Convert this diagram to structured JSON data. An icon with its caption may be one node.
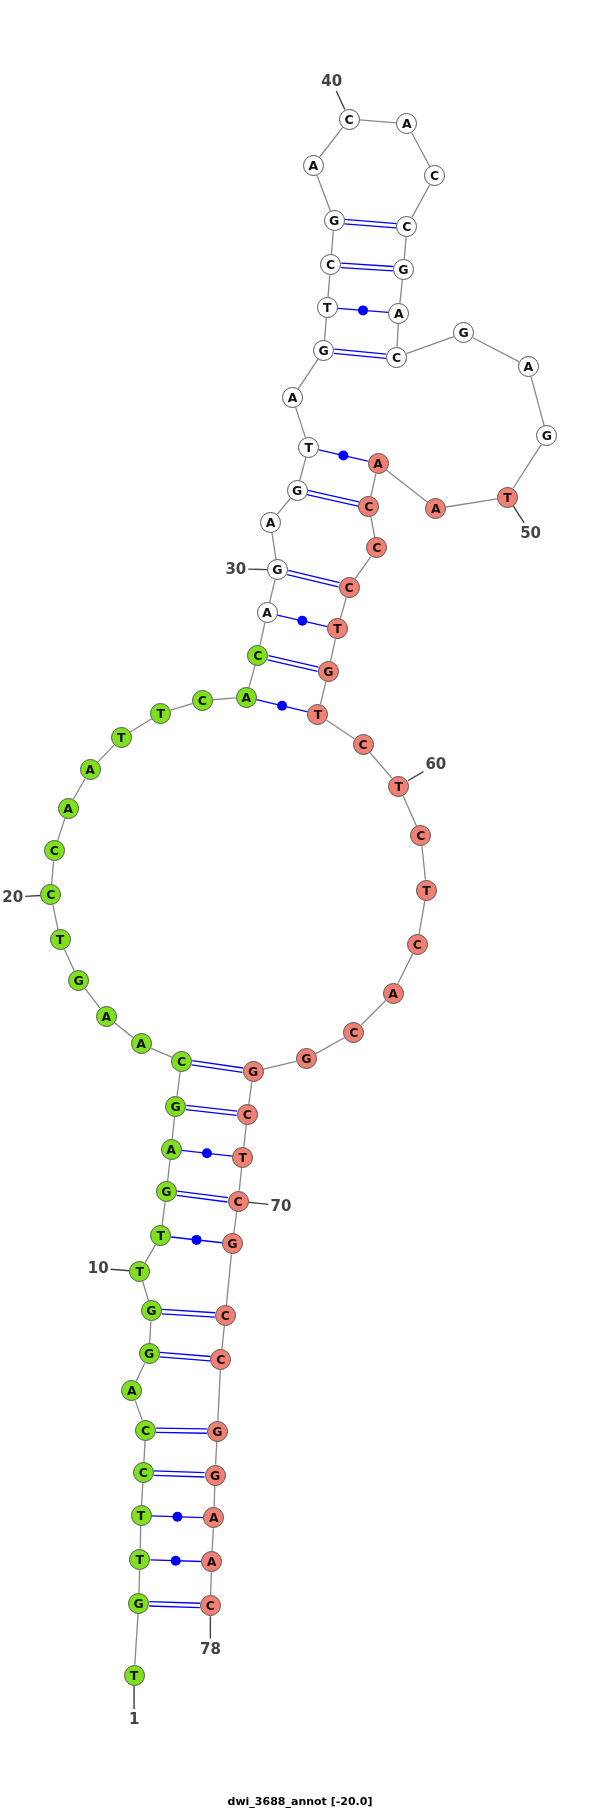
{
  "diagram": {
    "caption": "dwi_3688_annot [-20.0]",
    "nodes": [
      {
        "text": [
          "T"
        ]
      },
      {
        "text": [
          "G"
        ]
      },
      {
        "text": [
          "T"
        ]
      },
      {
        "text": [
          "T"
        ]
      },
      {
        "text": [
          "C"
        ]
      },
      {
        "text": [
          "C"
        ]
      },
      {
        "text": [
          "A"
        ]
      },
      {
        "text": [
          "G"
        ]
      },
      {
        "text": [
          "G"
        ]
      },
      {
        "text": [
          "T"
        ]
      },
      {
        "text": [
          "T"
        ]
      },
      {
        "text": [
          "G"
        ]
      },
      {
        "text": [
          "A"
        ]
      },
      {
        "text": [
          "G"
        ]
      },
      {
        "text": [
          "C"
        ]
      },
      {
        "text": [
          "A"
        ]
      },
      {
        "text": [
          "A"
        ]
      },
      {
        "text": [
          "G"
        ]
      },
      {
        "text": [
          "T"
        ]
      },
      {
        "text": [
          "C"
        ]
      },
      {
        "text": [
          "C"
        ]
      },
      {
        "text": [
          "A"
        ]
      },
      {
        "text": [
          "A"
        ]
      },
      {
        "text": [
          "T"
        ]
      },
      {
        "text": [
          "T"
        ]
      },
      {
        "text": [
          "C"
        ]
      },
      {
        "text": [
          "A"
        ]
      },
      {
        "text": [
          "C"
        ]
      },
      {
        "text": [
          "A"
        ]
      },
      {
        "text": [
          "G"
        ]
      },
      {
        "text": [
          "A"
        ]
      },
      {
        "text": [
          "G"
        ]
      },
      {
        "text": [
          "T"
        ]
      },
      {
        "text": [
          "A"
        ]
      },
      {
        "text": [
          "G"
        ]
      },
      {
        "text": [
          "T"
        ]
      },
      {
        "text": [
          "C"
        ]
      },
      {
        "text": [
          "G"
        ]
      },
      {
        "text": [
          "A"
        ]
      },
      {
        "text": [
          "C"
        ]
      },
      {
        "text": [
          "A"
        ]
      },
      {
        "text": [
          "C"
        ]
      },
      {
        "text": [
          "C"
        ]
      },
      {
        "text": [
          "G"
        ]
      },
      {
        "text": [
          "A"
        ]
      },
      {
        "text": [
          "C"
        ]
      },
      {
        "text": [
          "G"
        ]
      },
      {
        "text": [
          "A"
        ]
      },
      {
        "text": [
          "G"
        ]
      },
      {
        "text": [
          "T"
        ]
      },
      {
        "text": [
          "A"
        ]
      },
      {
        "text": [
          "A"
        ]
      },
      {
        "text": [
          "C"
        ]
      },
      {
        "text": [
          "C"
        ]
      },
      {
        "text": [
          "C"
        ]
      },
      {
        "text": [
          "T"
        ]
      },
      {
        "text": [
          "G"
        ]
      },
      {
        "text": [
          "T"
        ]
      },
      {
        "text": [
          "C"
        ]
      },
      {
        "text": [
          "T"
        ]
      },
      {
        "text": [
          "C"
        ]
      },
      {
        "text": [
          "T"
        ]
      },
      {
        "text": [
          "C"
        ]
      },
      {
        "text": [
          "A"
        ]
      },
      {
        "text": [
          "C"
        ]
      },
      {
        "text": [
          "G"
        ]
      },
      {
        "text": [
          "G"
        ]
      },
      {
        "text": [
          "C"
        ]
      },
      {
        "text": [
          "T"
        ]
      },
      {
        "text": [
          "C"
        ]
      },
      {
        "text": [
          "G"
        ]
      },
      {
        "text": [
          "C"
        ]
      },
      {
        "text": [
          "C"
        ]
      },
      {
        "text": [
          "G"
        ]
      },
      {
        "text": [
          "G"
        ]
      },
      {
        "text": [
          "A"
        ]
      },
      {
        "text": [
          "A"
        ]
      },
      {
        "text": [
          "C"
        ]
      },
      {
        "text": [
          "40"
        ]
      },
      {
        "text": [
          "50"
        ]
      },
      {
        "text": [
          "30"
        ]
      },
      {
        "text": [
          "60"
        ]
      },
      {
        "text": [
          "20"
        ]
      },
      {
        "text": [
          "70"
        ]
      },
      {
        "text": [
          "10"
        ]
      },
      {
        "text": [
          "78"
        ]
      },
      {
        "text": [
          "1"
        ]
      }
    ],
    "edges": [
      {
        "from": 0,
        "to": 1,
        "arrow": "none"
      },
      {
        "from": 1,
        "to": 2,
        "arrow": "none"
      },
      {
        "from": 2,
        "to": 3,
        "arrow": "none"
      },
      {
        "from": 3,
        "to": 4,
        "arrow": "none"
      },
      {
        "from": 4,
        "to": 5,
        "arrow": "none"
      },
      {
        "from": 5,
        "to": 6,
        "arrow": "none"
      },
      {
        "from": 6,
        "to": 7,
        "arrow": "none"
      },
      {
        "from": 7,
        "to": 8,
        "arrow": "none"
      },
      {
        "from": 8,
        "to": 9,
        "arrow": "none"
      },
      {
        "from": 9,
        "to": 10,
        "arrow": "none"
      },
      {
        "from": 10,
        "to": 11,
        "arrow": "none"
      },
      {
        "from": 11,
        "to": 12,
        "arrow": "none"
      },
      {
        "from": 12,
        "to": 13,
        "arrow": "none"
      },
      {
        "from": 13,
        "to": 14,
        "arrow": "none"
      },
      {
        "from": 14,
        "to": 15,
        "arrow": "none"
      },
      {
        "from": 15,
        "to": 16,
        "arrow": "none"
      },
      {
        "from": 16,
        "to": 17,
        "arrow": "none"
      },
      {
        "from": 17,
        "to": 18,
        "arrow": "none"
      },
      {
        "from": 18,
        "to": 19,
        "arrow": "none"
      },
      {
        "from": 19,
        "to": 20,
        "arrow": "none"
      },
      {
        "from": 20,
        "to": 21,
        "arrow": "none"
      },
      {
        "from": 21,
        "to": 22,
        "arrow": "none"
      },
      {
        "from": 22,
        "to": 23,
        "arrow": "none"
      },
      {
        "from": 23,
        "to": 24,
        "arrow": "none"
      },
      {
        "from": 24,
        "to": 25,
        "arrow": "none"
      },
      {
        "from": 25,
        "to": 26,
        "arrow": "none"
      },
      {
        "from": 26,
        "to": 27,
        "arrow": "none"
      },
      {
        "from": 27,
        "to": 28,
        "arrow": "none"
      },
      {
        "from": 28,
        "to": 29,
        "arrow": "none"
      },
      {
        "from": 29,
        "to": 30,
        "arrow": "none"
      },
      {
        "from": 30,
        "to": 31,
        "arrow": "none"
      },
      {
        "from": 31,
        "to": 32,
        "arrow": "none"
      },
      {
        "from": 32,
        "to": 33,
        "arrow": "none"
      },
      {
        "from": 33,
        "to": 34,
        "arrow": "none"
      },
      {
        "from": 34,
        "to": 35,
        "arrow": "none"
      },
      {
        "from": 35,
        "to": 36,
        "arrow": "none"
      },
      {
        "from": 36,
        "to": 37,
        "arrow": "none"
      },
      {
        "from": 37,
        "to": 38,
        "arrow": "none"
      },
      {
        "from": 38,
        "to": 39,
        "arrow": "none"
      },
      {
        "from": 39,
        "to": 40,
        "arrow": "none"
      },
      {
        "from": 40,
        "to": 41,
        "arrow": "none"
      },
      {
        "from": 41,
        "to": 42,
        "arrow": "none"
      },
      {
        "from": 42,
        "to": 43,
        "arrow": "none"
      },
      {
        "from": 43,
        "to": 44,
        "arrow": "none"
      },
      {
        "from": 44,
        "to": 45,
        "arrow": "none"
      },
      {
        "from": 45,
        "to": 46,
        "arrow": "none"
      },
      {
        "from": 46,
        "to": 47,
        "arrow": "none"
      },
      {
        "from": 47,
        "to": 48,
        "arrow": "none"
      },
      {
        "from": 48,
        "to": 49,
        "arrow": "none"
      },
      {
        "from": 49,
        "to": 50,
        "arrow": "none"
      },
      {
        "from": 50,
        "to": 51,
        "arrow": "none"
      },
      {
        "from": 51,
        "to": 52,
        "arrow": "none"
      },
      {
        "from": 52,
        "to": 53,
        "arrow": "none"
      },
      {
        "from": 53,
        "to": 54,
        "arrow": "none"
      },
      {
        "from": 54,
        "to": 55,
        "arrow": "none"
      },
      {
        "from": 55,
        "to": 56,
        "arrow": "none"
      },
      {
        "from": 56,
        "to": 57,
        "arrow": "none"
      },
      {
        "from": 57,
        "to": 58,
        "arrow": "none"
      },
      {
        "from": 58,
        "to": 59,
        "arrow": "none"
      },
      {
        "from": 59,
        "to": 60,
        "arrow": "none"
      },
      {
        "from": 60,
        "to": 61,
        "arrow": "none"
      },
      {
        "from": 61,
        "to": 62,
        "arrow": "none"
      },
      {
        "from": 62,
        "to": 63,
        "arrow": "none"
      },
      {
        "from": 63,
        "to": 64,
        "arrow": "none"
      },
      {
        "from": 64,
        "to": 65,
        "arrow": "none"
      },
      {
        "from": 65,
        "to": 66,
        "arrow": "none"
      },
      {
        "from": 66,
        "to": 67,
        "arrow": "none"
      },
      {
        "from": 67,
        "to": 68,
        "arrow": "none"
      },
      {
        "from": 68,
        "to": 69,
        "arrow": "none"
      },
      {
        "from": 69,
        "to": 70,
        "arrow": "none"
      },
      {
        "from": 70,
        "to": 71,
        "arrow": "none"
      },
      {
        "from": 71,
        "to": 72,
        "arrow": "none"
      },
      {
        "from": 72,
        "to": 73,
        "arrow": "none"
      },
      {
        "from": 73,
        "to": 74,
        "arrow": "none"
      },
      {
        "from": 74,
        "to": 75,
        "arrow": "none"
      },
      {
        "from": 75,
        "to": 76,
        "arrow": "none"
      },
      {
        "from": 76,
        "to": 77,
        "arrow": "none"
      },
      {
        "from": 1,
        "to": 77,
        "arrow": "none",
        "color": "#0000ff"
      },
      {
        "from": 2,
        "to": 76,
        "arrow": "none",
        "color": "#0000ff"
      },
      {
        "from": 3,
        "to": 75,
        "arrow": "none",
        "color": "#0000ff"
      },
      {
        "from": 4,
        "to": 74,
        "arrow": "none",
        "color": "#0000ff"
      },
      {
        "from": 5,
        "to": 73,
        "arrow": "none",
        "color": "#0000ff"
      },
      {
        "from": 7,
        "to": 72,
        "arrow": "none",
        "color": "#0000ff"
      },
      {
        "from": 8,
        "to": 71,
        "arrow": "none",
        "color": "#0000ff"
      },
      {
        "from": 10,
        "to": 70,
        "arrow": "none",
        "color": "#0000ff"
      },
      {
        "from": 11,
        "to": 69,
        "arrow": "none",
        "color": "#0000ff"
      },
      {
        "from": 12,
        "to": 68,
        "arrow": "none",
        "color": "#0000ff"
      },
      {
        "from": 13,
        "to": 67,
        "arrow": "none",
        "color": "#0000ff"
      },
      {
        "from": 14,
        "to": 66,
        "arrow": "none",
        "color": "#0000ff"
      },
      {
        "from": 26,
        "to": 57,
        "arrow": "none",
        "color": "#0000ff"
      },
      {
        "from": 27,
        "to": 56,
        "arrow": "none",
        "color": "#0000ff"
      },
      {
        "from": 28,
        "to": 55,
        "arrow": "none",
        "color": "#0000ff"
      },
      {
        "from": 29,
        "to": 54,
        "arrow": "none",
        "color": "#0000ff"
      },
      {
        "from": 31,
        "to": 52,
        "arrow": "none",
        "color": "#0000ff"
      },
      {
        "from": 32,
        "to": 51,
        "arrow": "none",
        "color": "#0000ff"
      },
      {
        "from": 34,
        "to": 45,
        "arrow": "none",
        "color": "#0000ff"
      },
      {
        "from": 35,
        "to": 44,
        "arrow": "none",
        "color": "#0000ff"
      },
      {
        "from": 36,
        "to": 43,
        "arrow": "none",
        "color": "#0000ff"
      },
      {
        "from": 37,
        "to": 42,
        "arrow": "none",
        "color": "#0000ff"
      },
      {
        "from": 78,
        "to": 39,
        "arrow": "none",
        "color": "#404040"
      },
      {
        "from": 79,
        "to": 49,
        "arrow": "none",
        "color": "#404040"
      },
      {
        "from": 80,
        "to": 29,
        "arrow": "none",
        "color": "#404040"
      },
      {
        "from": 81,
        "to": 59,
        "arrow": "none",
        "color": "#404040"
      },
      {
        "from": 82,
        "to": 19,
        "arrow": "none",
        "color": "#404040"
      },
      {
        "from": 83,
        "to": 69,
        "arrow": "none",
        "color": "#404040"
      },
      {
        "from": 84,
        "to": 9,
        "arrow": "none",
        "color": "#404040"
      },
      {
        "from": 85,
        "to": 77,
        "arrow": "none",
        "color": "#404040"
      },
      {
        "from": 86,
        "to": 0,
        "arrow": "none",
        "color": "#404040"
      }
    ]
  }
}
